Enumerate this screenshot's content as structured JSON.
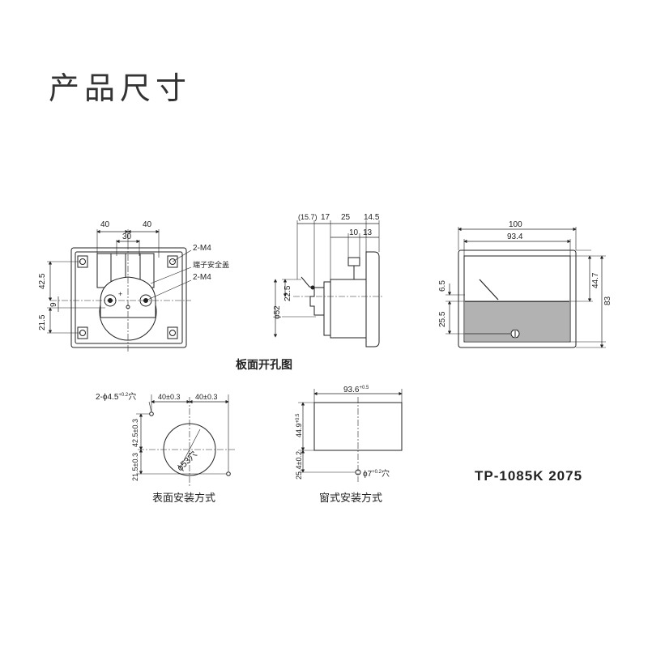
{
  "title": "产品尺寸",
  "model": "TP-1085K 2075",
  "colors": {
    "line": "#222222",
    "hatch": "#333333",
    "face": "#ffffff"
  },
  "rear_view": {
    "dim_top_left": "40",
    "dim_top_right": "40",
    "dim_top_mid": "30",
    "dim_left_upper": "42.5",
    "dim_left_mid": "9",
    "dim_left_lower": "21.5",
    "label_screw_top": "2-M4",
    "label_terminal_cover": "端子安全盖",
    "label_screw_bottom": "2-M4",
    "plus_mark": "+"
  },
  "side_view": {
    "dim_15_7": "(15.7)",
    "dim_17": "17",
    "dim_25": "25",
    "dim_14_5": "14.5",
    "dim_10": "10",
    "dim_13": "13",
    "dim_22_5": "22.5",
    "dim_phi52": "ϕ52",
    "caption": "板面开孔图"
  },
  "front_view": {
    "dim_100": "100",
    "dim_93_4": "93.4",
    "dim_6_5": "6.5",
    "dim_25_5": "25.5",
    "dim_44_7": "44.7",
    "dim_83": "83"
  },
  "surface_mount": {
    "label_holes": "2-ϕ4.5",
    "label_holes_tol": "+0.2",
    "label_holes_suffix": "穴",
    "dim_40_a": "40±0.3",
    "dim_40_b": "40±0.3",
    "dim_42_5": "42.5±0.3",
    "dim_21_5": "21.5±0.3",
    "label_center_hole": "ϕ53穴",
    "caption": "表面安装方式"
  },
  "window_mount": {
    "dim_93_6": "93.6",
    "dim_93_6_tol": "+0.5",
    "dim_44_9": "44.9",
    "dim_44_9_tol": "+0.5",
    "dim_25_4": "25.4±0.2",
    "label_hole": "ϕ7",
    "label_hole_tol": "+0.2",
    "label_hole_suffix": "穴",
    "caption": "窗式安装方式"
  }
}
